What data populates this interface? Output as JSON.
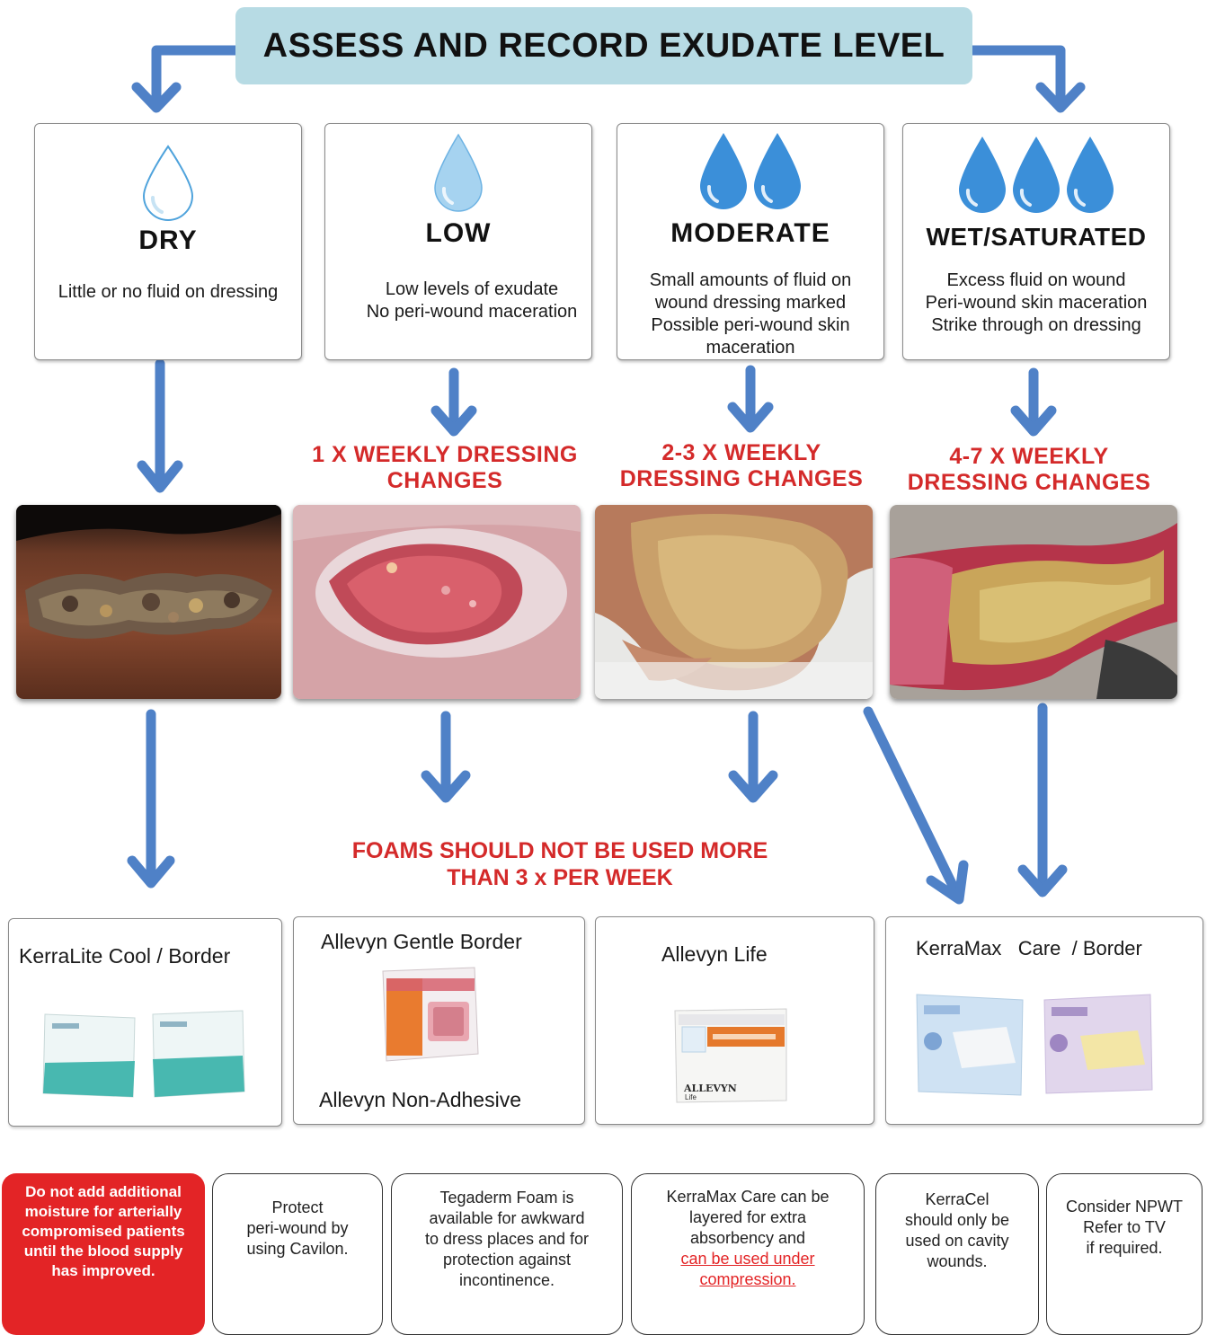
{
  "title": "ASSESS AND RECORD EXUDATE LEVEL",
  "levels": [
    {
      "name": "DRY",
      "description": "Little or no fluid on dressing",
      "drops": 1,
      "drop_style": "outline"
    },
    {
      "name": "LOW",
      "description": "Low levels of exudate\nNo peri-wound maceration",
      "drops": 1,
      "drop_style": "light"
    },
    {
      "name": "MODERATE",
      "description": "Small amounts of fluid on\nwound dressing marked\nPossible peri-wound skin\nmaceration",
      "drops": 2,
      "drop_style": "solid"
    },
    {
      "name": "WET/SATURATED",
      "description": "Excess fluid on wound\nPeri-wound skin maceration\nStrike through on dressing",
      "drops": 3,
      "drop_style": "solid"
    }
  ],
  "frequencies": {
    "low": {
      "line1": "1 X WEEKLY DRESSING",
      "line2": "CHANGES"
    },
    "moderate": {
      "line1": "2-3 X WEEKLY",
      "line2": "DRESSING CHANGES"
    },
    "wet": {
      "line1": "4-7 X WEEKLY",
      "line2": "DRESSING CHANGES"
    }
  },
  "foams_warning": {
    "line1": "FOAMS SHOULD NOT BE USED MORE",
    "line2": "THAN 3 x PER WEEK"
  },
  "products": {
    "dry": {
      "label": "KerraLite Cool / Border"
    },
    "low": {
      "label_top": "Allevyn Gentle Border",
      "label_bottom": "Allevyn Non-Adhesive"
    },
    "moderate": {
      "label": "Allevyn Life",
      "package_brand": "ALLEVYN",
      "package_sub": "Life"
    },
    "wet": {
      "label": "KerraMax   Care  / Border"
    }
  },
  "notes": [
    {
      "id": "arterial",
      "lines": [
        "Do not add additional",
        "moisture for arterially",
        "compromised patients",
        "until the blood supply",
        "has improved."
      ]
    },
    {
      "id": "cavilon",
      "lines": [
        "Protect",
        "peri-wound by",
        "using Cavilon."
      ]
    },
    {
      "id": "tegaderm",
      "lines": [
        "Tegaderm Foam is",
        "available for awkward",
        "to dress places and for",
        "protection against",
        "incontinence."
      ]
    },
    {
      "id": "kerramax",
      "lines": [
        "KerraMax Care can be",
        "layered for extra",
        "absorbency and"
      ],
      "link_lines": [
        "can be used under",
        "compression."
      ]
    },
    {
      "id": "kerracel",
      "lines": [
        "KerraCel",
        "should only be",
        "used on cavity",
        "wounds."
      ]
    },
    {
      "id": "npwt",
      "lines": [
        "Consider NPWT",
        "Refer to TV",
        "if required."
      ]
    }
  ],
  "colors": {
    "arrow": "#4f81c7",
    "title_bg": "#b7dbe4",
    "red_text": "#d42a2a",
    "warning_bg": "#e32426",
    "drop_blue": "#3b8fd9",
    "drop_light": "#a6d3f0"
  }
}
